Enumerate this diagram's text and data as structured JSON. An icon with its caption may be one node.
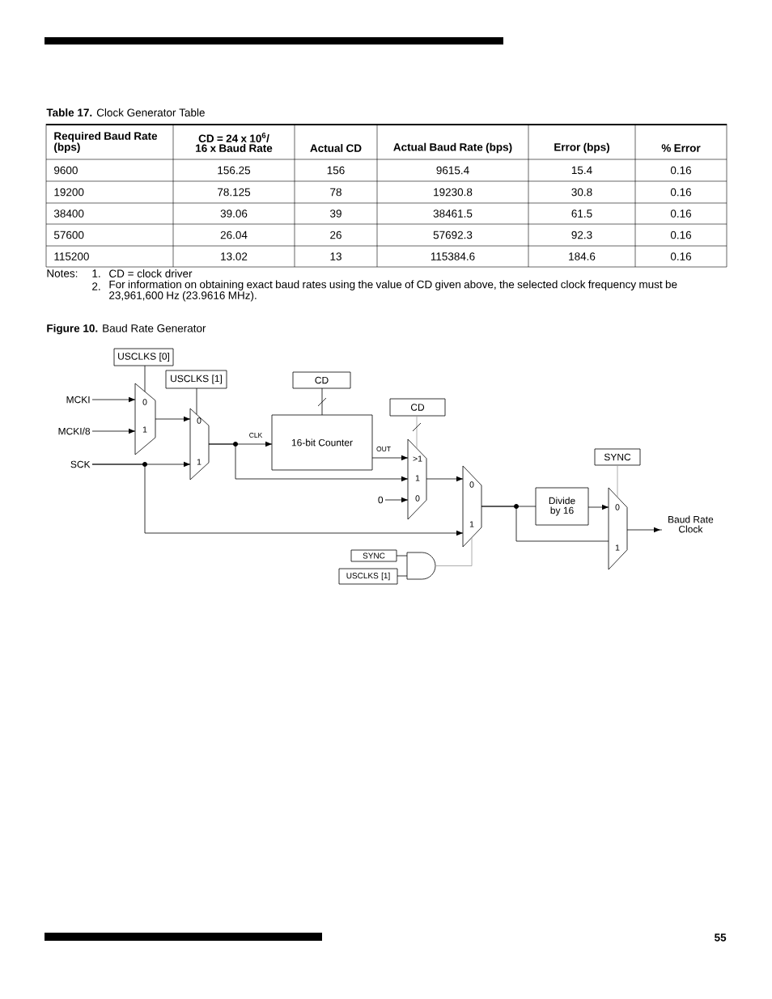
{
  "diagram": {
    "nodes": [
      {
        "text": [
          "USCLKS [0]"
        ]
      },
      {
        "text": [
          "USCLKS [1]"
        ]
      },
      {
        "text": [
          "MCKI"
        ]
      },
      {
        "text": [
          "MCKI/8"
        ]
      },
      {
        "text": [
          "SCK"
        ]
      },
      {
        "text": [
          "0",
          "1"
        ]
      },
      {
        "text": [
          "0",
          "1"
        ]
      },
      {
        "text": [
          "CD"
        ]
      },
      {
        "text": [
          "16-bit Counter"
        ]
      },
      {
        "text": [
          "CD"
        ]
      },
      {
        "text": [
          ">1",
          "1",
          "0"
        ]
      },
      {
        "text": [
          "0"
        ]
      },
      {
        "text": [
          "0",
          "1"
        ]
      },
      {
        "text": [
          "SYNC"
        ]
      },
      {
        "text": [
          "USCLKS [1]"
        ]
      },
      {
        "text": [],
        "shape": "gate"
      },
      {
        "text": [
          "Divide by 16"
        ]
      },
      {
        "text": [
          "SYNC"
        ]
      },
      {
        "text": [
          "0",
          "1"
        ]
      },
      {
        "text": [
          "Baud Rate Clock"
        ]
      }
    ],
    "edges": [
      {
        "from": 0,
        "to": 5,
        "arrow": "none"
      },
      {
        "from": 2,
        "to": 5,
        "arrow": "to"
      },
      {
        "from": 3,
        "to": 5,
        "arrow": "to"
      },
      {
        "from": 1,
        "to": 6,
        "arrow": "none"
      },
      {
        "from": 5,
        "to": 6,
        "arrow": "to"
      },
      {
        "from": 4,
        "to": 6,
        "arrow": "to"
      },
      {
        "from": 4,
        "to": 12,
        "arrow": "to"
      },
      {
        "from": 6,
        "to": 8,
        "arrow": "to",
        "label": "CLK"
      },
      {
        "from": 6,
        "to": 10,
        "arrow": "to"
      },
      {
        "from": 7,
        "to": 8,
        "arrow": "none"
      },
      {
        "from": 9,
        "to": 10,
        "arrow": "none",
        "color": "#999999"
      },
      {
        "from": 8,
        "to": 10,
        "arrow": "to",
        "label": "OUT"
      },
      {
        "from": 11,
        "to": 10,
        "arrow": "to"
      },
      {
        "from": 10,
        "to": 12,
        "arrow": "to"
      },
      {
        "from": 13,
        "to": 15,
        "arrow": "none"
      },
      {
        "from": 14,
        "to": 15,
        "arrow": "none"
      },
      {
        "from": 15,
        "to": 12,
        "arrow": "none",
        "color": "#999999"
      },
      {
        "from": 12,
        "to": 16,
        "arrow": "none"
      },
      {
        "from": 12,
        "to": 18,
        "arrow": "none"
      },
      {
        "from": 16,
        "to": 18,
        "arrow": "to"
      },
      {
        "from": 17,
        "to": 18,
        "arrow": "none",
        "color": "#999999"
      },
      {
        "from": 18,
        "to": 19,
        "arrow": "to"
      }
    ],
    "labels": [
      "**Table 17.** Clock Generator Table",
      "Required Baud Rate (bps)",
      "CD = 24 x 10$^{6}$/ 16 x Baud Rate",
      "Actual CD",
      "Actual Baud Rate (bps)",
      "Error (bps)",
      "% Error",
      "9600",
      "156.25",
      "156",
      "9615.4",
      "15.4",
      "0.16",
      "19200",
      "78.125",
      "78",
      "19230.8",
      "30.8",
      "0.16",
      "38400",
      "39.06",
      "39",
      "38461.5",
      "61.5",
      "0.16",
      "57600",
      "26.04",
      "26",
      "57692.3",
      "92.3",
      "0.16",
      "115200",
      "13.02",
      "13",
      "115384.6",
      "184.6",
      "0.16",
      "Notes:",
      "1.",
      "CD = clock driver",
      "2.",
      "For information on obtaining exact baud rates using the value of CD given above, the selected clock frequency must be 23,961,600 Hz (23.9616 MHz).",
      "**Figure 10.** Baud Rate Generator",
      "55"
    ]
  }
}
